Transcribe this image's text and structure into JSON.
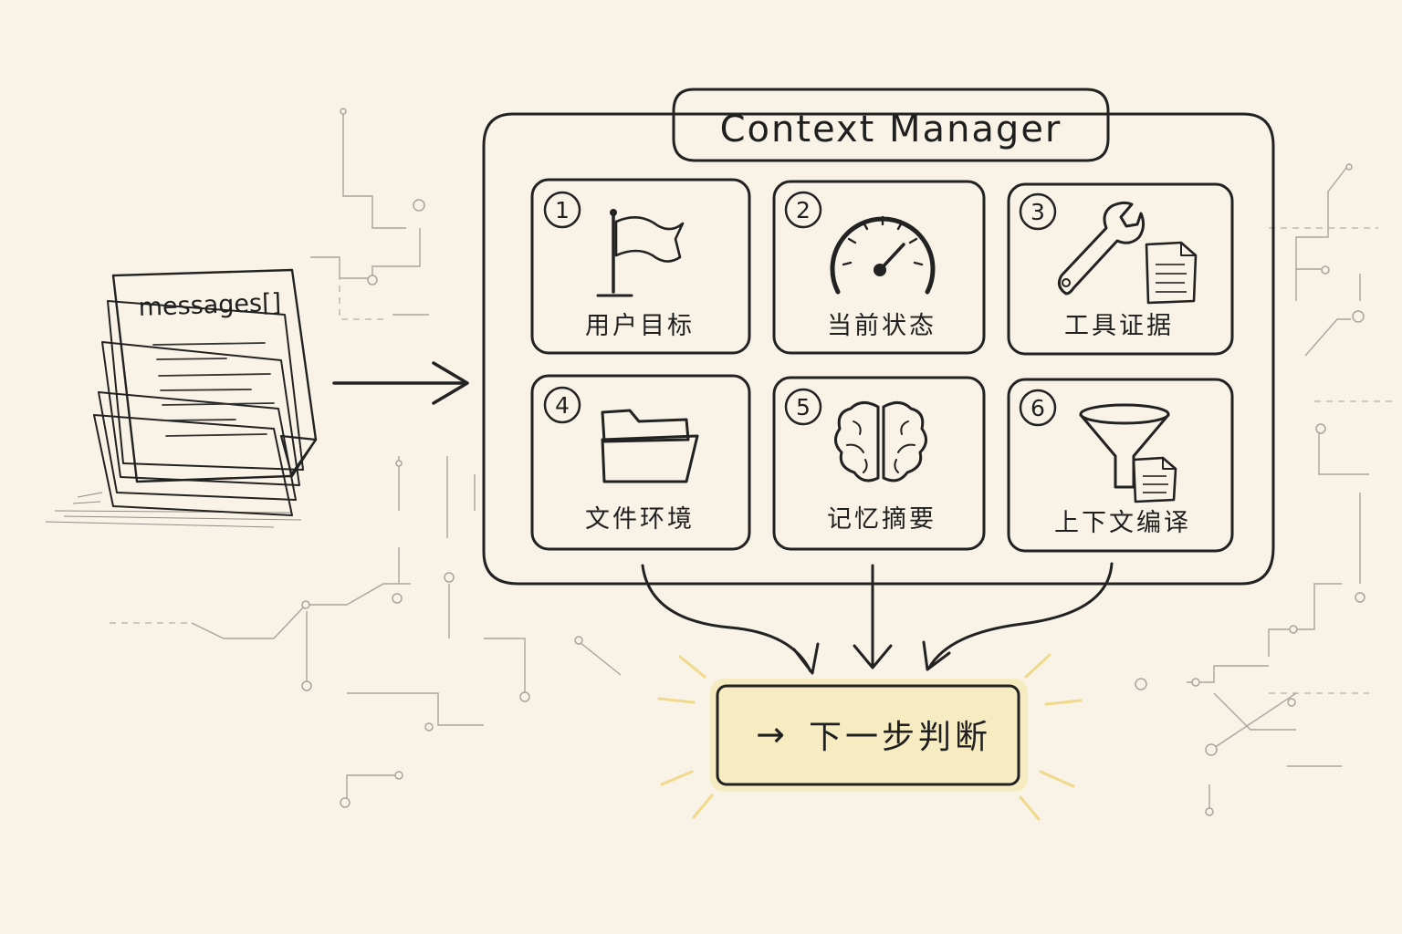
{
  "messages_label": "messages[]",
  "manager": {
    "title": "Context Manager"
  },
  "cards": [
    {
      "number": "1",
      "label": "用户目标",
      "icon": "flag-icon"
    },
    {
      "number": "2",
      "label": "当前状态",
      "icon": "gauge-icon"
    },
    {
      "number": "3",
      "label": "工具证据",
      "icon": "wrench-document-icon"
    },
    {
      "number": "4",
      "label": "文件环境",
      "icon": "folder-icon"
    },
    {
      "number": "5",
      "label": "记忆摘要",
      "icon": "brain-icon"
    },
    {
      "number": "6",
      "label": "上下文编译",
      "icon": "funnel-document-icon"
    }
  ],
  "output": {
    "arrow": "→",
    "label": "下一步判断"
  },
  "colors": {
    "paper": "#f8f3e6",
    "panel": "#f7e8b8",
    "card": "#fbf7ea",
    "highlight": "#f5e3a4",
    "ink": "#222222"
  }
}
